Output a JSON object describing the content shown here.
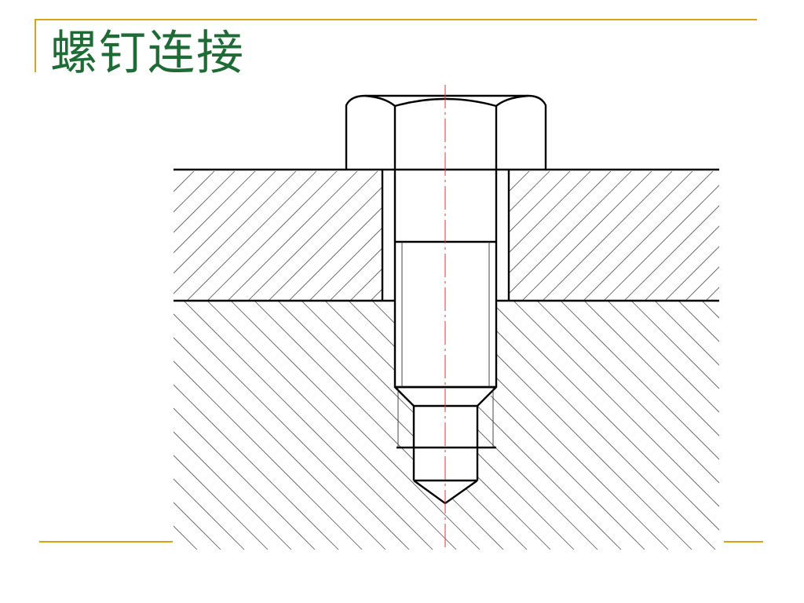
{
  "slide": {
    "title": "螺钉连接",
    "accent_color": "#d9a21b",
    "title_color": "#1f6b35"
  },
  "diagram": {
    "kind": "technical-section-drawing",
    "subject": "screw-connection",
    "line_color": "#000000",
    "centerline_color": "#e03a2a"
  }
}
